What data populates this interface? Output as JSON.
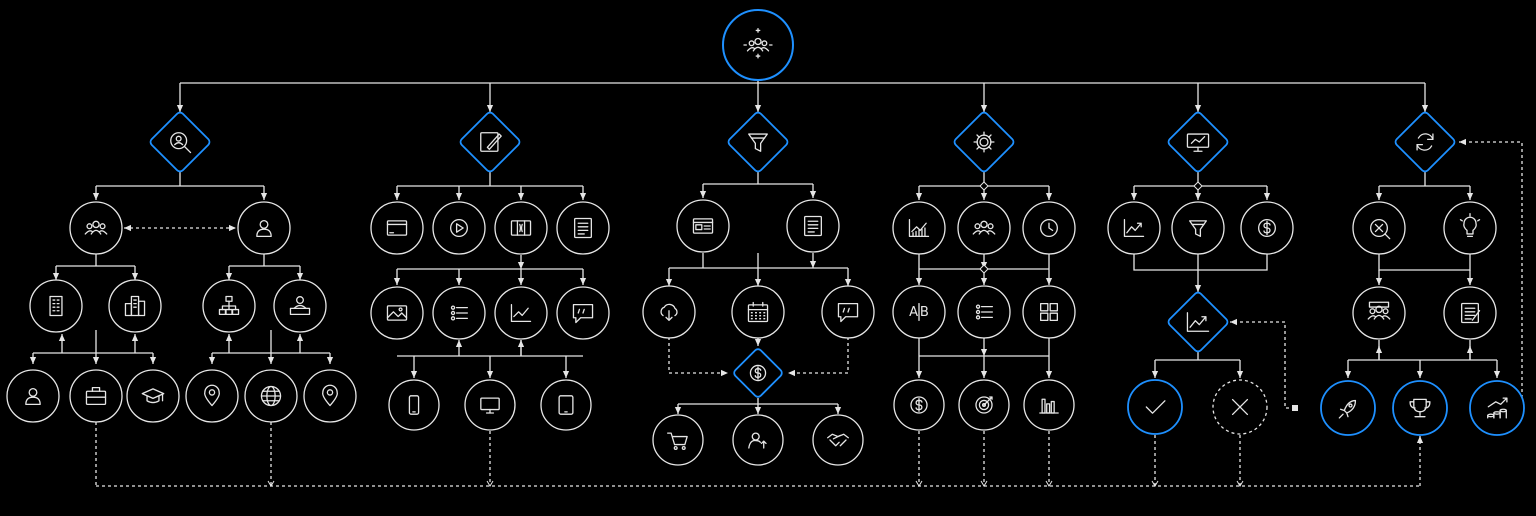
{
  "colors": {
    "background": "#000000",
    "line": "#e6e6e6",
    "accent": "#1e90ff"
  },
  "root": {
    "icon": "team-network-icon"
  },
  "branches": [
    {
      "id": "research",
      "icon": "search-user-icon"
    },
    {
      "id": "content",
      "icon": "edit-document-icon"
    },
    {
      "id": "funnel",
      "icon": "funnel-icon"
    },
    {
      "id": "operations",
      "icon": "gear-icon"
    },
    {
      "id": "analytics",
      "icon": "monitor-chart-icon"
    },
    {
      "id": "optimization",
      "icon": "refresh-cycle-icon"
    }
  ],
  "nodes": {
    "research": [
      "team-icon",
      "user-icon",
      "office-building-icon",
      "city-buildings-icon",
      "org-chart-icon",
      "desk-person-icon",
      "person-icon",
      "briefcase-icon",
      "graduation-cap-icon",
      "location-pin-icon",
      "globe-icon",
      "map-pin-icon"
    ],
    "content": [
      "browser-window-icon",
      "play-icon",
      "book-icon",
      "article-icon",
      "image-icon",
      "list-icon",
      "line-chart-icon",
      "quote-chat-icon",
      "smartphone-icon",
      "desktop-icon",
      "tablet-icon"
    ],
    "funnel": [
      "web-form-icon",
      "landing-page-icon",
      "cloud-download-icon",
      "calendar-icon",
      "meeting-chat-icon",
      "dollar-icon",
      "cart-icon",
      "user-growth-icon",
      "handshake-icon"
    ],
    "operations": [
      "growth-chart-icon",
      "team-meeting-icon",
      "clock-icon",
      "ab-test-icon",
      "checklist-icon",
      "grid-icon",
      "dollar-icon",
      "target-icon",
      "bar-chart-icon"
    ],
    "analytics": [
      "trend-icon",
      "funnel-icon",
      "dollar-icon",
      "trend-decision-icon",
      "check-icon",
      "cross-icon"
    ],
    "optimization": [
      "analysis-icon",
      "lightbulb-icon",
      "team-board-icon",
      "notes-icon",
      "rocket-icon",
      "trophy-icon",
      "growth-coins-icon"
    ]
  }
}
